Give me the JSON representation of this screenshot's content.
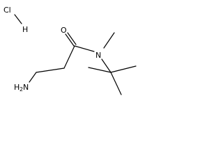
{
  "molecule": {
    "atoms": {
      "cl": "Cl",
      "h": "H",
      "o": "O",
      "n": "N",
      "amine_h": "H",
      "amine_sub": "2",
      "amine_n": "N"
    }
  }
}
